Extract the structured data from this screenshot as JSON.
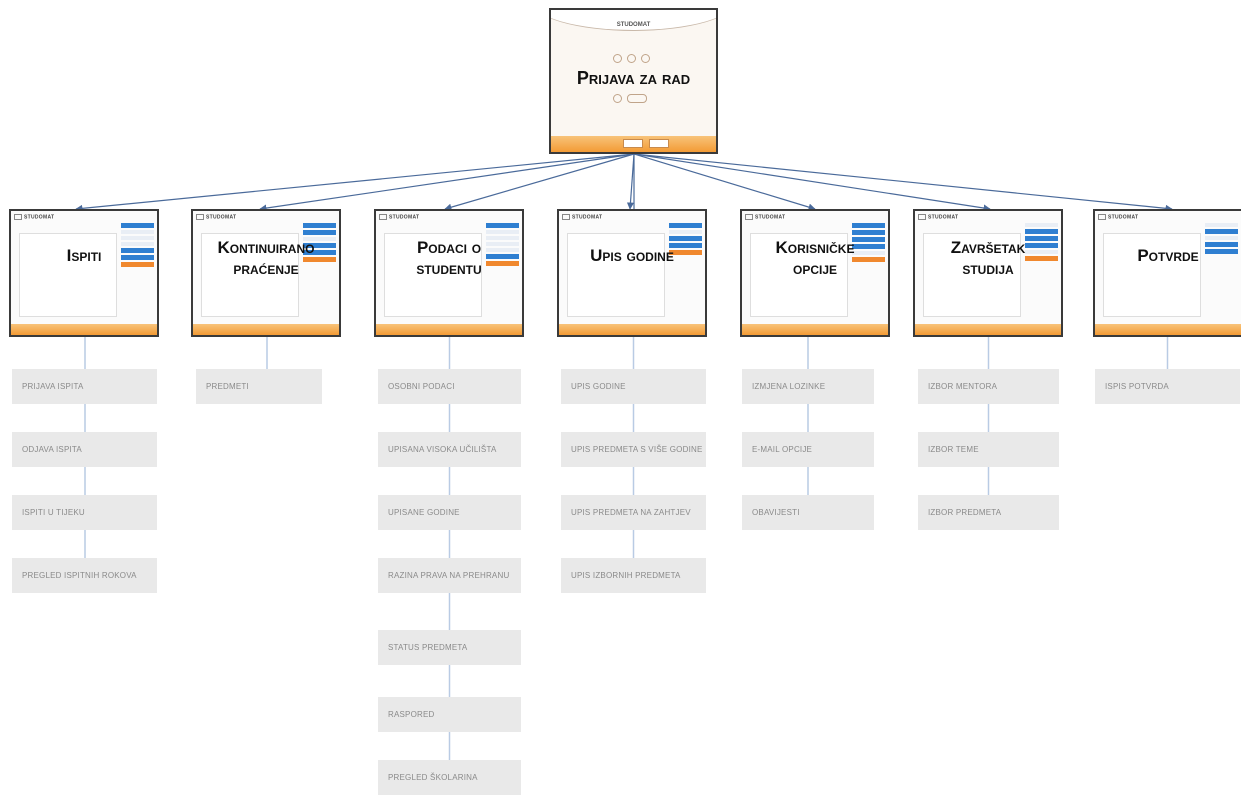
{
  "root": {
    "title": "Prijava za rad",
    "brand": "STUDOMAT"
  },
  "columns": [
    {
      "id": "ispiti",
      "title_lines": [
        "Ispiti"
      ],
      "items": [
        "PRIJAVA ISPITA",
        "ODJAVA ISPITA",
        "ISPITI U TIJEKU",
        "PREGLED ISPITNIH ROKOVA"
      ]
    },
    {
      "id": "kontinuirano",
      "title_lines": [
        "Kontinuirano",
        "praćenje"
      ],
      "items": [
        "PREDMETI"
      ]
    },
    {
      "id": "podaci",
      "title_lines": [
        "Podaci o",
        "studentu"
      ],
      "items": [
        "OSOBNI PODACI",
        "UPISANA VISOKA UČILIŠTA",
        "UPISANE GODINE",
        "RAZINA PRAVA NA PREHRANU",
        "STATUS PREDMETA",
        "RASPORED",
        "PREGLED ŠKOLARINA"
      ]
    },
    {
      "id": "upis",
      "title_lines": [
        "Upis godine"
      ],
      "items": [
        "UPIS GODINE",
        "UPIS PREDMETA S VIŠE GODINE",
        "UPIS PREDMETA NA ZAHTJEV",
        "UPIS IZBORNIH PREDMETA"
      ]
    },
    {
      "id": "korisnicke",
      "title_lines": [
        "Korisničke",
        "opcije"
      ],
      "items": [
        "IZMJENA LOZINKE",
        "E-MAIL OPCIJE",
        "OBAVIJESTI"
      ]
    },
    {
      "id": "zavrsetak",
      "title_lines": [
        "Završetak",
        "studija"
      ],
      "items": [
        "IZBOR MENTORA",
        "IZBOR TEME",
        "IZBOR PREDMETA"
      ]
    },
    {
      "id": "potvrde",
      "title_lines": [
        "Potvrde"
      ],
      "items": [
        "ISPIS POTVRDA"
      ]
    }
  ],
  "colors": {
    "accent_orange": "#f39b35",
    "accent_blue": "#2f7fd1",
    "item_bg": "#e9e9e9",
    "item_text": "#8a8a8a",
    "arrow": "#4a6a9a"
  }
}
